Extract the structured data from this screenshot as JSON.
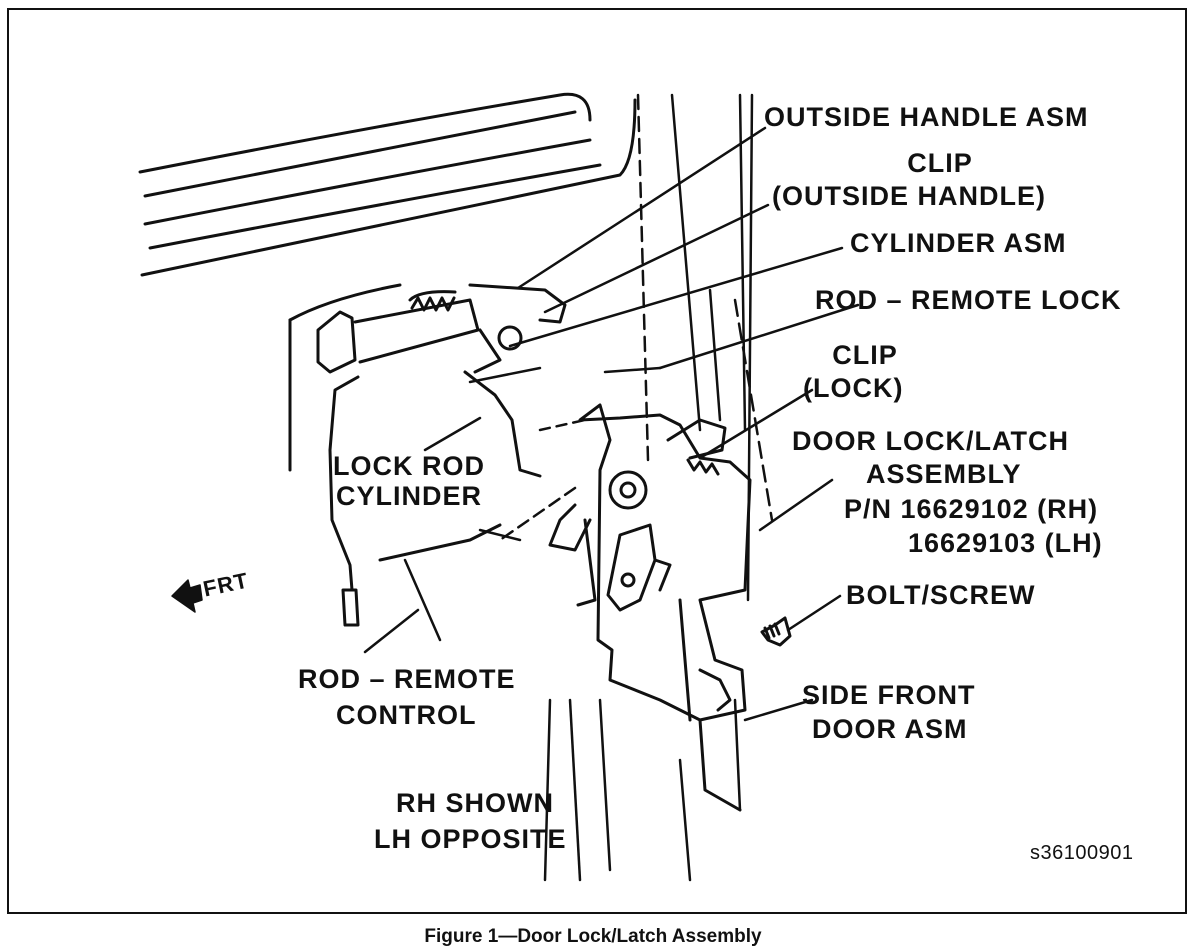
{
  "labels": {
    "outside_handle_asm": "OUTSIDE HANDLE ASM",
    "clip_outside_handle_1": "CLIP",
    "clip_outside_handle_2": "(OUTSIDE HANDLE)",
    "cylinder_asm": "CYLINDER ASM",
    "rod_remote_lock": "ROD – REMOTE LOCK",
    "clip_lock_1": "CLIP",
    "clip_lock_2": "(LOCK)",
    "door_lock_latch_1": "DOOR LOCK/LATCH",
    "door_lock_latch_2": "ASSEMBLY",
    "part_number_rh": "P/N 16629102 (RH)",
    "part_number_lh": "16629103 (LH)",
    "bolt_screw": "BOLT/SCREW",
    "side_front_door_1": "SIDE FRONT",
    "side_front_door_2": "DOOR ASM",
    "lock_rod_cylinder_1": "LOCK ROD",
    "lock_rod_cylinder_2": "CYLINDER",
    "frt": "FRT",
    "rod_remote_control_1": "ROD – REMOTE",
    "rod_remote_control_2": "CONTROL",
    "rh_shown_1": "RH SHOWN",
    "rh_shown_2": "LH OPPOSITE",
    "figure_id": "s36100901"
  },
  "caption": "Figure 1—Door Lock/Latch Assembly"
}
